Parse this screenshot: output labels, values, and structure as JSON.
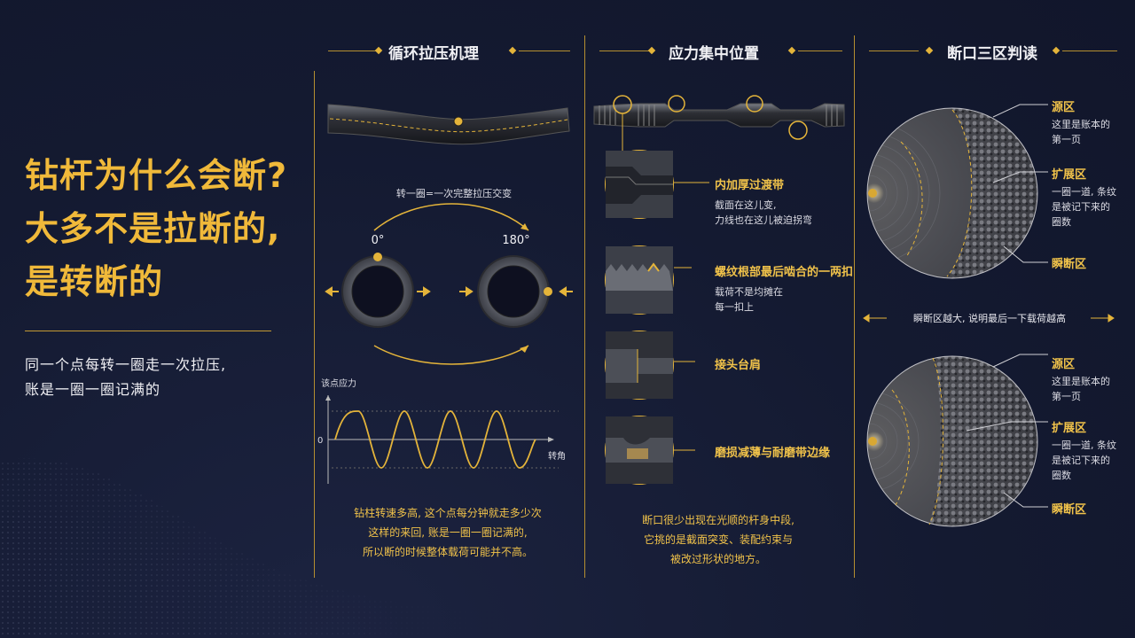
{
  "left": {
    "title_lines": [
      "钻杆为什么会断?",
      "大多不是拉断的,",
      "是转断的"
    ],
    "subtitle_lines": [
      "同一个点每转一圈走一次拉压,",
      "账是一圈一圈记满的"
    ]
  },
  "panel1": {
    "title": "循环拉压机理",
    "rotation_label": "转一圈=一次完整拉压交变",
    "angle_0": "0°",
    "angle_180": "180°",
    "graph_ylabel": "该点应力",
    "graph_zero": "0",
    "graph_xlabel": "转角",
    "caption_lines": [
      "钻柱转速多高, 这个点每分钟就走多少次",
      "这样的来回, 账是一圈一圈记满的,",
      "所以断的时候整体载荷可能并不高。"
    ]
  },
  "panel2": {
    "title": "应力集中位置",
    "items": [
      {
        "label": "内加厚过渡带",
        "desc": [
          "截面在这儿变,",
          "力线也在这儿被迫拐弯"
        ]
      },
      {
        "label": "螺纹根部最后啮合的一两扣",
        "desc": [
          "载荷不是均摊在",
          "每一扣上"
        ]
      },
      {
        "label": "接头台肩",
        "desc": []
      },
      {
        "label": "磨损减薄与耐磨带边缘",
        "desc": []
      }
    ],
    "caption_lines": [
      "断口很少出现在光顺的杆身中段,",
      "它挑的是截面突变、装配约束与",
      "被改过形状的地方。"
    ]
  },
  "panel3": {
    "title": "断口三区判读",
    "top": {
      "source_label": "源区",
      "source_desc": [
        "这里是账本的",
        "第一页"
      ],
      "expand_label": "扩展区",
      "expand_desc": [
        "一圈一道, 条纹",
        "是被记下来的",
        "圈数"
      ],
      "instant_label": "瞬断区"
    },
    "middle_note": "瞬断区越大, 说明最后一下载荷越高",
    "bottom": {
      "source_label": "源区",
      "source_desc": [
        "这里是账本的",
        "第一页"
      ],
      "expand_label": "扩展区",
      "expand_desc": [
        "一圈一道, 条纹",
        "是被记下来的",
        "圈数"
      ],
      "instant_label": "瞬断区"
    }
  },
  "colors": {
    "background": "#141a31",
    "accent": "#e4b43a",
    "text": "#f0f0f4"
  }
}
